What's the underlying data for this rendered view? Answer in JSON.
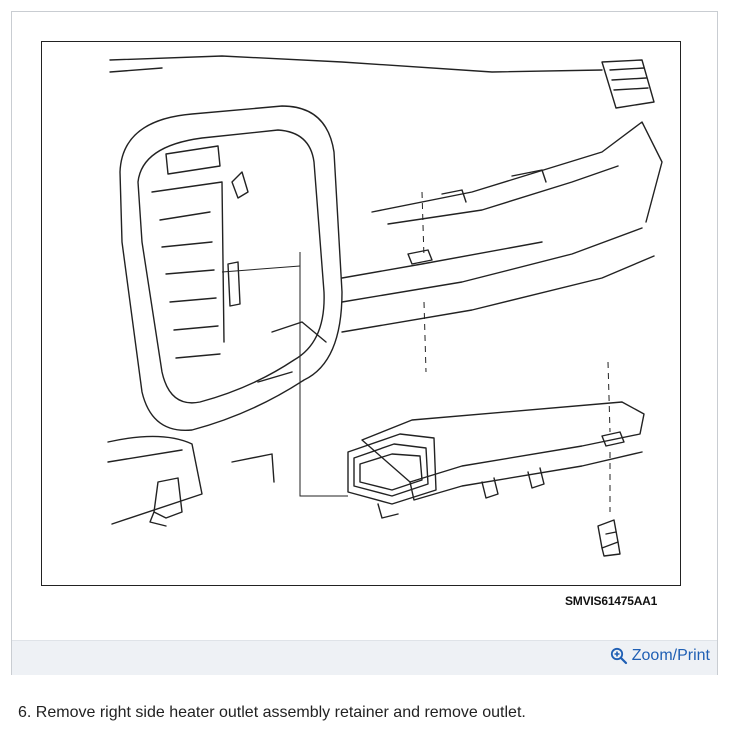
{
  "figure": {
    "code": "SMVIS61475AA1"
  },
  "toolbar": {
    "zoom_label": "Zoom/Print",
    "zoom_icon": "magnifier-plus-icon",
    "link_color": "#1f5fb4"
  },
  "step": {
    "number": "6.",
    "text": "Remove right side heater outlet assembly retainer and remove outlet."
  }
}
